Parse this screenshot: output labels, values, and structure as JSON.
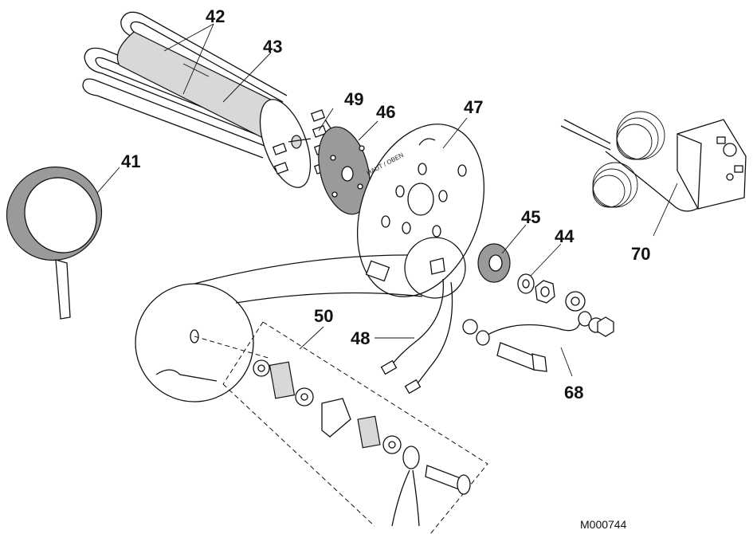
{
  "diagram": {
    "callouts": {
      "c41": "41",
      "c42": "42",
      "c43": "43",
      "c44": "44",
      "c45": "45",
      "c46": "46",
      "c47": "47",
      "c48": "48",
      "c49": "49",
      "c50": "50",
      "c68": "68",
      "c70": "70"
    },
    "plate_marking": "HAUT / OBEN",
    "reference_code": "M000744"
  }
}
